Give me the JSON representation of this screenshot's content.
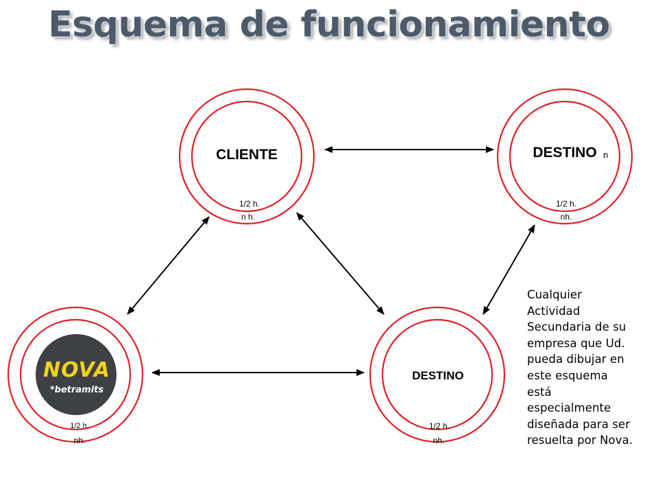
{
  "title": "Esquema de funcionamiento",
  "colors": {
    "ring": "#e02026",
    "title": "#4c5a69",
    "logo_bg": "#3d4045",
    "logo_text": "#f2d21a"
  },
  "nodes": {
    "cliente": {
      "label": "CLIENTE",
      "time_half": "1/2 h.",
      "time_n": "n h."
    },
    "destino_n": {
      "label": "DESTINO",
      "suffix": "n",
      "time_half": "1/2 h.",
      "time_n": "nh."
    },
    "destino": {
      "label": "DESTINO",
      "time_half": "1/2 h.",
      "time_n": "nh."
    },
    "nova": {
      "logo_main": "NOVA",
      "logo_sub": "*betramits",
      "time_half": "1/2 h.",
      "time_n": "nh."
    }
  },
  "side_text": "Cualquier\nActividad\nSecundaria de su\nempresa que Ud.\npueda dibujar en\neste esquema\nestá\nespecialmente\ndiseñada para ser\nresuelta por Nova."
}
